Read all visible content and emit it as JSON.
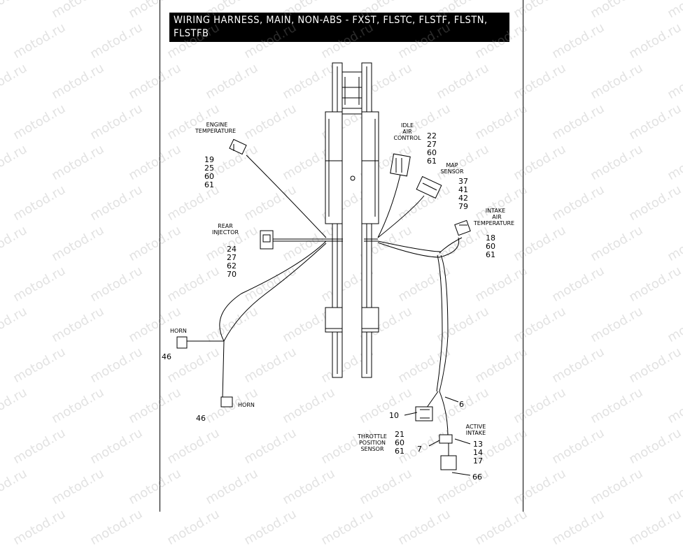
{
  "title": "WIRING HARNESS, MAIN, NON-ABS - FXST, FLSTC, FLSTF, FLSTN, FLSTFB",
  "watermark": "motod.ru",
  "components": {
    "engine_temp": {
      "label": [
        "ENGINE",
        "TEMPERATURE"
      ],
      "refs": [
        "19",
        "25",
        "60",
        "61"
      ]
    },
    "idle_air": {
      "label": [
        "IDLE",
        "AIR",
        "CONTROL"
      ],
      "refs": [
        "22",
        "27",
        "60",
        "61"
      ]
    },
    "map_sensor": {
      "label": [
        "MAP",
        "SENSOR"
      ],
      "refs": [
        "37",
        "41",
        "42",
        "79"
      ]
    },
    "intake_temp": {
      "label": [
        "INTAKE",
        "AIR",
        "TEMPERATURE"
      ],
      "refs": [
        "18",
        "60",
        "61"
      ]
    },
    "rear_injector": {
      "label": [
        "REAR",
        "INJECTOR"
      ],
      "refs": [
        "24",
        "27",
        "62",
        "70"
      ]
    },
    "horn_upper": {
      "label": [
        "HORN"
      ],
      "refs": [
        "46"
      ]
    },
    "horn_lower": {
      "label": [
        "HORN"
      ],
      "refs": [
        "46"
      ]
    },
    "throttle": {
      "label": [
        "THROTTLE",
        "POSITION",
        "SENSOR"
      ],
      "refs": [
        "21",
        "60",
        "61"
      ]
    },
    "active_intake": {
      "label": [
        "ACTIVE",
        "INTAKE"
      ],
      "refs": [
        "13",
        "14",
        "17"
      ]
    },
    "callouts": {
      "c6": "6",
      "c10": "10",
      "c7": "7",
      "c66": "66"
    }
  }
}
